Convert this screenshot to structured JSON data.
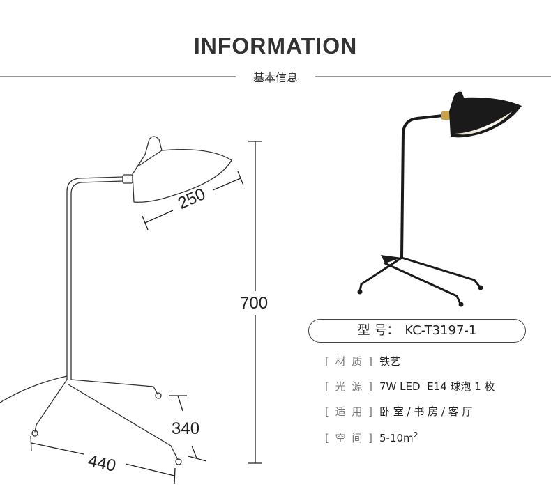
{
  "header": {
    "title": "INFORMATION",
    "subtitle": "基本信息"
  },
  "dimensions": {
    "shade_width": "250",
    "height": "700",
    "base_depth": "340",
    "base_width": "440"
  },
  "model": {
    "label": "型 号：",
    "value": "KC-T3197-1"
  },
  "specs": [
    {
      "label": "[ 材 质 ]",
      "value": "铁艺"
    },
    {
      "label": "[ 光 源 ]",
      "value": "7W LED  E14 球泡 1 枚"
    },
    {
      "label": "[ 适 用 ]",
      "value": "卧 室 / 书 房 / 客 厅"
    },
    {
      "label": "[ 空 间 ]",
      "value": "5-10m",
      "sup": "2"
    }
  ],
  "colors": {
    "lamp_body": "#1a1a1a",
    "lamp_inner": "#f2ece0",
    "brass_joint": "#c9a24a",
    "line_art": "#333333"
  }
}
